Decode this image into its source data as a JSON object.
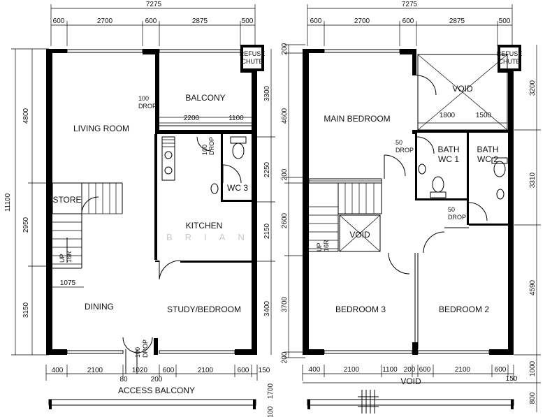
{
  "upper_plan": {
    "dims_top": {
      "total": "7275",
      "seg1": "600",
      "seg2": "2700",
      "seg3": "600",
      "seg4": "2875",
      "seg5": "500"
    },
    "dims_left": {
      "total": "11100",
      "d1": "4800",
      "d2": "2950",
      "d3": "3150"
    },
    "dims_right": {
      "d1": "3300",
      "d2": "2250",
      "d3": "2150",
      "d4": "3400"
    },
    "dims_bottom": {
      "b1": "400",
      "b2": "2100",
      "b3": "80",
      "b4": "1020",
      "b5": "200",
      "b6": "600",
      "b7": "2100",
      "b8": "600",
      "b9": "150"
    },
    "dims_interior": {
      "balcony_w1": "2200",
      "balcony_w2": "1100",
      "dining_w": "1075",
      "outer_r1": "1700",
      "outer_r2": "100"
    },
    "rooms": {
      "living": "LIVING ROOM",
      "balcony": "BALCONY",
      "store": "STORE",
      "kitchen": "KITCHEN",
      "wc3": "WC 3",
      "dining": "DINING",
      "study": "STUDY/BEDROOM",
      "access": "ACCESS BALCONY",
      "refuse": [
        "REFUSE",
        "CHUTE"
      ]
    },
    "labels": {
      "drop_living": [
        "100",
        "DROP"
      ],
      "drop_kitchen": [
        "100",
        "DROP"
      ],
      "drop_entry": [
        "100",
        "DROP"
      ],
      "stair_up": [
        "UP",
        "16R"
      ]
    }
  },
  "lower_plan": {
    "dims_top": {
      "total": "7275",
      "seg1": "600",
      "seg2": "2700",
      "seg3": "600",
      "seg4": "2875",
      "seg5": "500"
    },
    "dims_left": {
      "d1": "200",
      "d2": "4600",
      "d3": "200",
      "d4": "2600",
      "d5": "3700",
      "d6": "200"
    },
    "dims_right": {
      "d1": "3200",
      "d2": "3310",
      "d3": "4590",
      "d4": "1000",
      "d5": "800"
    },
    "dims_bottom": {
      "b1": "400",
      "b2": "2100",
      "b3": "1100",
      "b4": "200",
      "b5": "600",
      "b6": "2100",
      "b7": "600",
      "b8": "150"
    },
    "dims_interior": {
      "void_w1": "1800",
      "void_w2": "1500"
    },
    "rooms": {
      "main": "MAIN BEDROOM",
      "void_top": "VOID",
      "bath1": [
        "BATH",
        "WC  1"
      ],
      "bath2": [
        "BATH",
        "WC  2"
      ],
      "void_stair": "VOID",
      "bed3": "BEDROOM 3",
      "bed2": "BEDROOM  2",
      "void_bottom": "VOID",
      "refuse": [
        "REFUSE",
        "CHUTE"
      ]
    },
    "labels": {
      "drop_bath1": [
        "50",
        "DROP"
      ],
      "drop_bath2": [
        "50",
        "DROP"
      ],
      "stair_up": [
        "UP",
        "16R"
      ]
    }
  },
  "watermark": "BRIAN"
}
